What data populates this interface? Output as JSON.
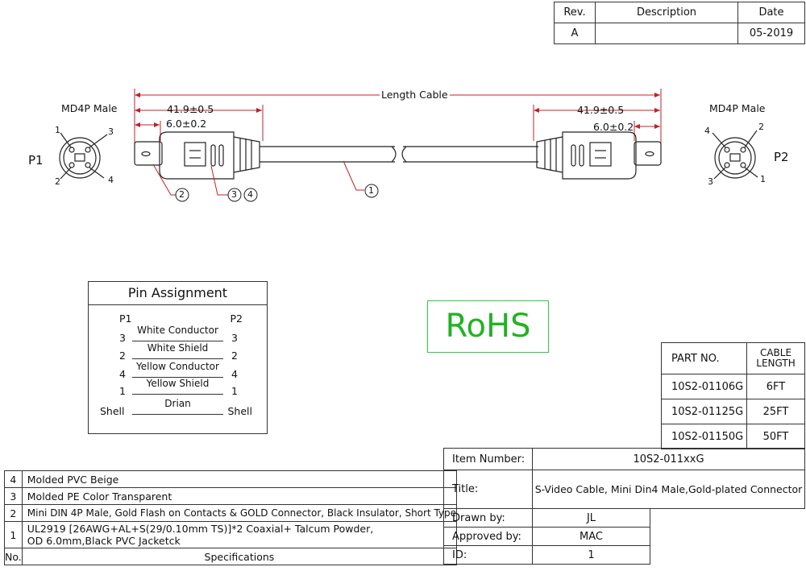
{
  "revision_table": {
    "headers": [
      "Rev.",
      "Description",
      "Date"
    ],
    "row": [
      "A",
      "",
      "05-2019"
    ]
  },
  "drawing": {
    "left_connector_type": "MD4P Male",
    "right_connector_type": "MD4P Male",
    "left_port": "P1",
    "right_port": "P2",
    "length_label": "Length Cable",
    "left_body_dim": "41.9±0.5",
    "left_tip_dim": "6.0±0.2",
    "right_body_dim": "41.9±0.5",
    "right_tip_dim": "6.0±0.2",
    "left_pins": [
      "1",
      "3",
      "2",
      "4"
    ],
    "right_pins": [
      "4",
      "2",
      "3",
      "1"
    ],
    "callouts": [
      "2",
      "3",
      "4",
      "1"
    ]
  },
  "pin_assignment": {
    "title": "Pin Assignment",
    "col_p1": "P1",
    "col_p2": "P2",
    "rows": [
      {
        "p1": "3",
        "wire": "White Conductor",
        "p2": "3"
      },
      {
        "p1": "2",
        "wire": "White Shield",
        "p2": "2"
      },
      {
        "p1": "4",
        "wire": "Yellow Conductor",
        "p2": "4"
      },
      {
        "p1": "1",
        "wire": "Yellow Shield",
        "p2": "1"
      },
      {
        "p1": "Shell",
        "wire": "Drian",
        "p2": "Shell"
      }
    ]
  },
  "rohs": "RoHS",
  "rohs_color": "#22b222",
  "part_table": {
    "headers": [
      "PART NO.",
      "CABLE LENGTH"
    ],
    "rows": [
      {
        "part": "10S2-01106G",
        "length": "6FT"
      },
      {
        "part": "10S2-01125G",
        "length": "25FT"
      },
      {
        "part": "10S2-01150G",
        "length": "50FT"
      }
    ]
  },
  "specs": {
    "rows": [
      {
        "no": "4",
        "desc": "Molded PVC Beige"
      },
      {
        "no": "3",
        "desc": "Molded PE Color Transparent"
      },
      {
        "no": "2",
        "desc": "Mini DIN 4P Male, Gold Flash on Contacts & GOLD Connector, Black Insulator, Short Type"
      },
      {
        "no": "1",
        "desc": "UL2919 [26AWG+AL+S(29/0.10mm TS)]*2 Coaxial+ Talcum Powder,",
        "desc2": "OD 6.0mm,Black PVC Jacketck"
      }
    ],
    "footer_no": "No.",
    "footer_spec": "Specifications"
  },
  "title_block": {
    "item_number_label": "Item Number:",
    "item_number": "10S2-011xxG",
    "title_label": "Title:",
    "title": "S-Video Cable, Mini Din4 Male,Gold-plated Connector",
    "drawn_by_label": "Drawn by:",
    "drawn_by": "JL",
    "approved_by_label": "Approved by:",
    "approved_by": "MAC",
    "id_label": "ID:",
    "id": "1"
  }
}
